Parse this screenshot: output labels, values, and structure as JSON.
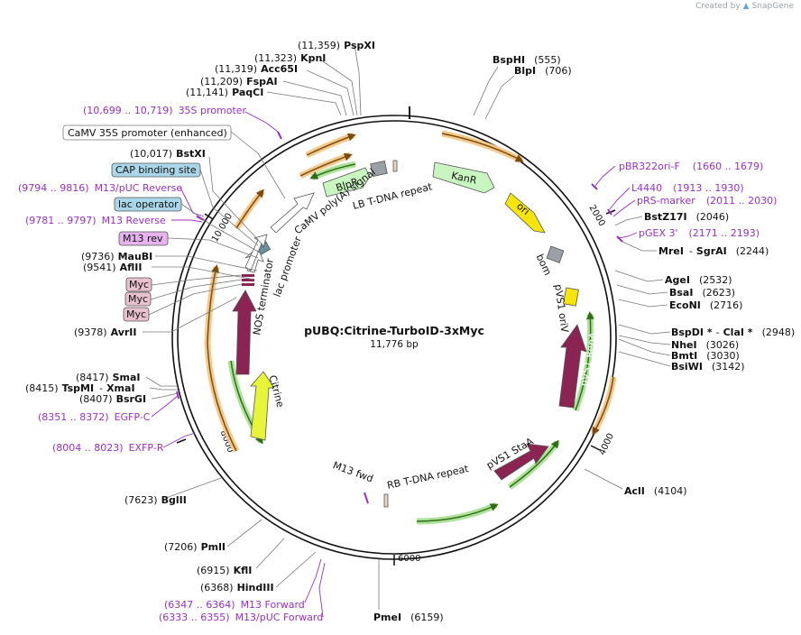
{
  "brand": {
    "prefix": "Created by",
    "name": "SnapGene"
  },
  "plasmid": {
    "name": "pUBQ:Citrine-TurboID-3xMyc",
    "length": "11,776 bp"
  },
  "ticks": [
    "2000",
    "4000",
    "6000",
    "8000",
    "10,000"
  ],
  "enzymes": [
    {
      "name": "PspXI",
      "pos": "(11,359)"
    },
    {
      "name": "KpnI",
      "pos": "(11,323)"
    },
    {
      "name": "Acc65I",
      "pos": "(11,319)"
    },
    {
      "name": "FspAI",
      "pos": "(11,209)"
    },
    {
      "name": "PaqCI",
      "pos": "(11,141)"
    },
    {
      "name": "BstXI",
      "pos": "(10,017)"
    },
    {
      "name": "MauBI",
      "pos": "(9736)"
    },
    {
      "name": "AflII",
      "pos": "(9541)"
    },
    {
      "name": "AvrII",
      "pos": "(9378)"
    },
    {
      "name": "SmaI",
      "pos": "(8417)"
    },
    {
      "name": "TspMI",
      "name2": "XmaI",
      "pos": "(8415)"
    },
    {
      "name": "BsrGI",
      "pos": "(8407)"
    },
    {
      "name": "BglII",
      "pos": "(7623)"
    },
    {
      "name": "PmlI",
      "pos": "(7206)"
    },
    {
      "name": "KflI",
      "pos": "(6915)"
    },
    {
      "name": "HindIII",
      "pos": "(6368)"
    },
    {
      "name": "PmeI",
      "pos": "(6159)"
    },
    {
      "name": "BspHI",
      "pos": "(555)"
    },
    {
      "name": "BlpI",
      "pos": "(706)"
    },
    {
      "name": "BstZ17I",
      "pos": "(2046)"
    },
    {
      "name": "MreI",
      "name2": "SgrAI",
      "pos": "(2244)"
    },
    {
      "name": "AgeI",
      "pos": "(2532)"
    },
    {
      "name": "BsaI",
      "pos": "(2623)"
    },
    {
      "name": "EcoNI",
      "pos": "(2716)"
    },
    {
      "name": "BspDI *",
      "name2": "ClaI *",
      "pos": "(2948)"
    },
    {
      "name": "NheI",
      "pos": "(3026)"
    },
    {
      "name": "BmtI",
      "pos": "(3030)"
    },
    {
      "name": "BsiWI",
      "pos": "(3142)"
    },
    {
      "name": "AclI",
      "pos": "(4104)"
    }
  ],
  "primers": [
    {
      "pos": "(10,699 .. 10,719)",
      "name": "35S promoter"
    },
    {
      "pos": "(9794 .. 9816)",
      "name": "M13/pUC Reverse"
    },
    {
      "pos": "(9781 .. 9797)",
      "name": "M13 Reverse"
    },
    {
      "pos": "(8351 .. 8372)",
      "name": "EGFP-C"
    },
    {
      "pos": "(8004 .. 8023)",
      "name": "EXFP-R"
    },
    {
      "pos": "(6347 .. 6364)",
      "name": "M13 Forward"
    },
    {
      "pos": "(6333 .. 6355)",
      "name": "M13/pUC Forward"
    },
    {
      "pos": "(1660 .. 1679)",
      "name": "pBR322ori-F"
    },
    {
      "pos": "(1913 .. 1930)",
      "name": "L4440"
    },
    {
      "pos": "(2011 .. 2030)",
      "name": "pRS-marker"
    },
    {
      "pos": "(2171 .. 2193)",
      "name": "pGEX 3'"
    }
  ],
  "boxed_labels": [
    "CaMV 35S promoter (enhanced)",
    "CAP binding site",
    "lac operator",
    "M13 rev",
    "Myc",
    "Myc",
    "Myc"
  ],
  "features": {
    "blpr": "BlpR",
    "kanr": "KanR",
    "ori": "ori",
    "bom": "bom",
    "pvs1_oriv": "pVS1 oriV",
    "pvs1_repa": "pVS1 RepA",
    "pvs1_staa": "pVS1 StaA",
    "rb_tdna": "RB T-DNA repeat",
    "m13_fwd": "M13 fwd",
    "turboid": "TurboID",
    "citrine": "Citrine",
    "nos_term": "NOS terminator",
    "lac_prom": "lac promoter",
    "camv_polya": "CaMV poly(A) signal",
    "lb_tdna": "LB T-DNA repeat"
  },
  "colors": {
    "primer": "#9b2fc4",
    "arc_orange": "#d97a1a",
    "arc_green": "#4aa82c",
    "turboid": "#8b2452",
    "citrine": "#e6f53a",
    "ori": "#f5e50a",
    "blpr": "#c8f5c0",
    "cap_box": "#a9d6e8",
    "m13rev_box": "#e6b3ef",
    "myc_box": "#e9c0cd"
  }
}
